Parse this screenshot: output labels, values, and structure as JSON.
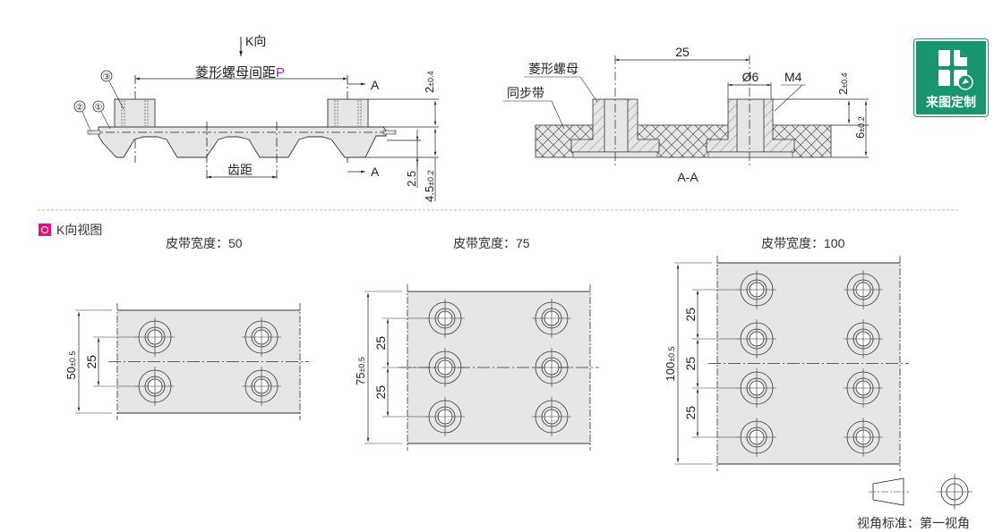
{
  "side_view": {
    "k_direction": "K向",
    "nut_spacing_label": "菱形螺母间距",
    "nut_spacing_symbol": "P",
    "pitch_label": "齿距",
    "section_mark": "A",
    "callouts": [
      "①",
      "②",
      "③"
    ],
    "dims": {
      "nut_height": "2",
      "nut_height_tol": "±0.4",
      "tooth_depth": "2.5",
      "belt_thickness": "4.5",
      "belt_thickness_tol": "±0.2"
    }
  },
  "section_view": {
    "title": "A-A",
    "nut_label": "菱形螺母",
    "belt_label": "同步带",
    "spacing": "25",
    "diameter": "Ø6",
    "thread": "M4",
    "nut_height": "2",
    "nut_height_tol": "±0.4",
    "total_height": "6",
    "total_height_tol": "±0.2"
  },
  "badge": {
    "label": "来图定制",
    "icon": "custom-drawing-icon",
    "color": "#16956e"
  },
  "k_view": {
    "section_title": "K向视图",
    "marker_color": "#e4157a",
    "belts": [
      {
        "caption": "皮带宽度：50",
        "width": "50",
        "tol": "±0.5",
        "rows": 2,
        "pitch_labels": [
          "25"
        ]
      },
      {
        "caption": "皮带宽度：75",
        "width": "75",
        "tol": "±0.5",
        "rows": 3,
        "pitch_labels": [
          "25",
          "25"
        ]
      },
      {
        "caption": "皮带宽度：100",
        "width": "100",
        "tol": "±0.5",
        "rows": 4,
        "pitch_labels": [
          "25",
          "25",
          "25"
        ]
      }
    ]
  },
  "projection": {
    "label": "视角标准：第一视角"
  }
}
